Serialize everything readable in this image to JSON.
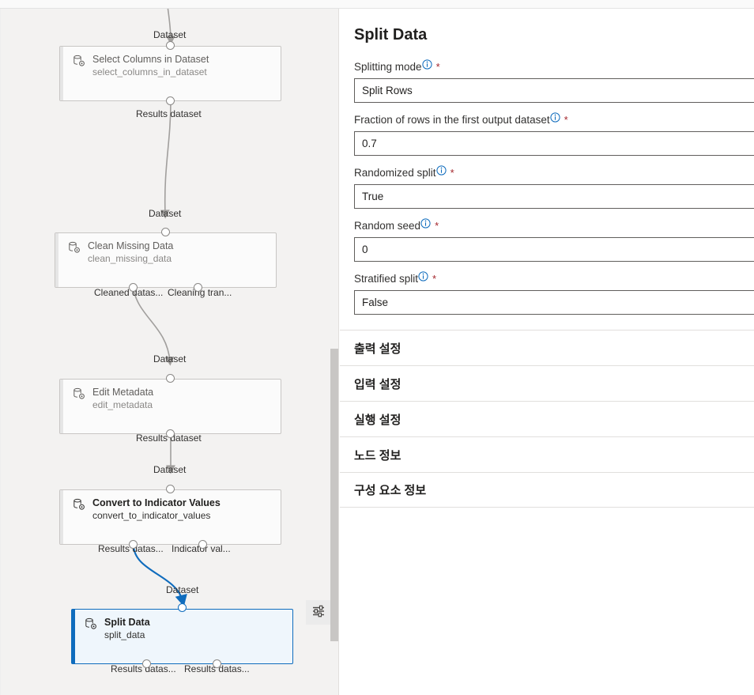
{
  "canvas": {
    "nodes": [
      {
        "id": "select-columns-in-dataset",
        "title": "Select Columns in Dataset",
        "subtitle": "select_columns_in_dataset",
        "icon": "database-gear-icon",
        "state": "normal"
      },
      {
        "id": "clean-missing-data",
        "title": "Clean Missing Data",
        "subtitle": "clean_missing_data",
        "icon": "database-gear-icon",
        "state": "normal"
      },
      {
        "id": "edit-metadata",
        "title": "Edit Metadata",
        "subtitle": "edit_metadata",
        "icon": "database-gear-icon",
        "state": "normal"
      },
      {
        "id": "convert-to-indicator-values",
        "title": "Convert to Indicator Values",
        "subtitle": "convert_to_indicator_values",
        "icon": "database-gear-icon",
        "state": "emphasis"
      },
      {
        "id": "split-data",
        "title": "Split Data",
        "subtitle": "split_data",
        "icon": "database-gear-icon",
        "state": "selected"
      }
    ],
    "port_labels": {
      "dataset_top_1": "Dataset",
      "results_dataset_1": "Results dataset",
      "dataset_top_2": "Dataset",
      "cleaned_dataset": "Cleaned datas...",
      "cleaning_transform": "Cleaning tran...",
      "dataset_top_3": "Dataset",
      "results_dataset_2": "Results dataset",
      "dataset_top_4": "Dataset",
      "results_dataset_3": "Results datas...",
      "indicator_values": "Indicator val...",
      "dataset_top_5": "Dataset",
      "split_out_1": "Results datas...",
      "split_out_2": "Results datas..."
    },
    "float_button": {
      "icon": "settings-sliders-icon",
      "tooltip": ""
    },
    "colors": {
      "background": "#f3f2f1",
      "selected_border": "#0f6cbd",
      "selected_fill": "#eff6fc",
      "active_edge": "#0f6cbd",
      "idle_edge": "#a19f9d"
    }
  },
  "panel": {
    "title": "Split Data",
    "fields": [
      {
        "label": "Splitting mode",
        "value": "Split Rows",
        "required": true,
        "info_icon": "info-circle-icon",
        "name": "splitting-mode"
      },
      {
        "label": "Fraction of rows in the first output dataset",
        "value": "0.7",
        "required": true,
        "info_icon": "info-circle-icon",
        "name": "fraction-of-rows"
      },
      {
        "label": "Randomized split",
        "value": "True",
        "required": true,
        "info_icon": "info-circle-icon",
        "name": "randomized-split"
      },
      {
        "label": "Random seed",
        "value": "0",
        "required": true,
        "info_icon": "info-circle-icon",
        "name": "random-seed"
      },
      {
        "label": "Stratified split",
        "value": "False",
        "required": true,
        "info_icon": "info-circle-icon",
        "name": "stratified-split"
      }
    ],
    "required_marker": "*",
    "sections": [
      {
        "label": "출력 설정",
        "name": "output-settings"
      },
      {
        "label": "입력 설정",
        "name": "input-settings"
      },
      {
        "label": "실행 설정",
        "name": "run-settings"
      },
      {
        "label": "노드 정보",
        "name": "node-info"
      },
      {
        "label": "구성 요소 정보",
        "name": "component-info"
      }
    ]
  }
}
